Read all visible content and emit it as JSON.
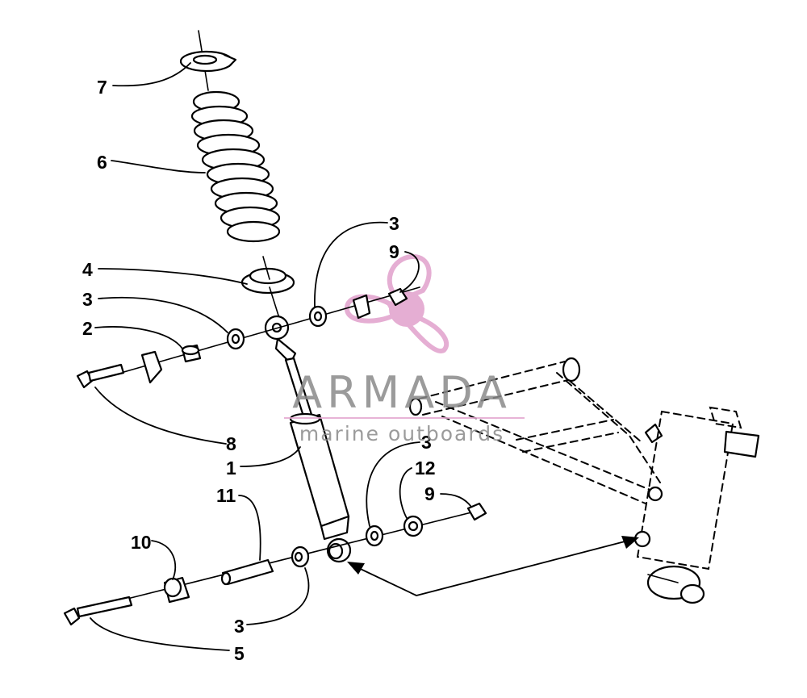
{
  "diagram": {
    "callouts": [
      {
        "id": "c7",
        "text": "7"
      },
      {
        "id": "c6",
        "text": "6"
      },
      {
        "id": "c4",
        "text": "4"
      },
      {
        "id": "c3a",
        "text": "3"
      },
      {
        "id": "c2",
        "text": "2"
      },
      {
        "id": "c3b",
        "text": "3"
      },
      {
        "id": "c9a",
        "text": "9"
      },
      {
        "id": "c8",
        "text": "8"
      },
      {
        "id": "c1",
        "text": "1"
      },
      {
        "id": "c11",
        "text": "11"
      },
      {
        "id": "c3c",
        "text": "3"
      },
      {
        "id": "c12",
        "text": "12"
      },
      {
        "id": "c9b",
        "text": "9"
      },
      {
        "id": "c10",
        "text": "10"
      },
      {
        "id": "c3d",
        "text": "3"
      },
      {
        "id": "c5",
        "text": "5"
      }
    ]
  },
  "watermark": {
    "brand": "ARMADA",
    "tagline": "marine outboards",
    "logo_icon": "propeller-icon",
    "logo_color": "#e3a6cf"
  }
}
